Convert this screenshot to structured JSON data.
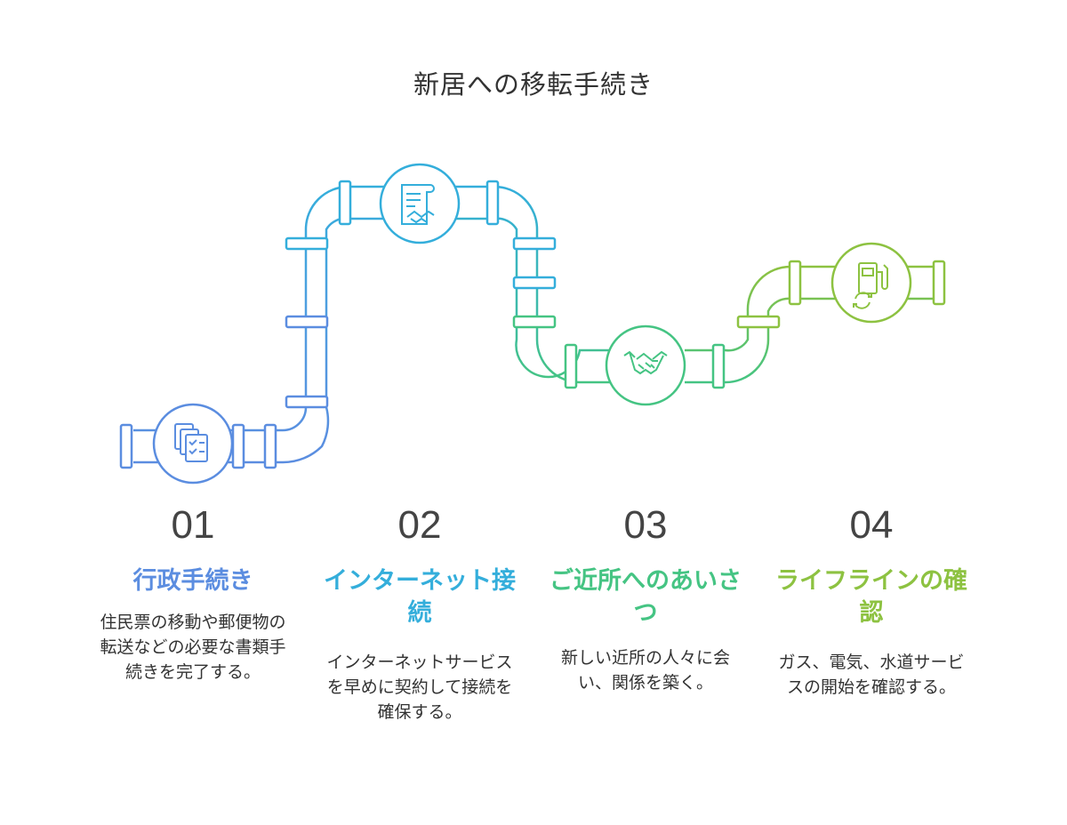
{
  "title": "新居への移転手続き",
  "colors": {
    "step1": "#5b8de0",
    "step2": "#34aedb",
    "step3": "#45c483",
    "step4": "#8dc241"
  },
  "steps": [
    {
      "number": "01",
      "heading": "行政手続き",
      "description": "住民票の移動や郵便物の転送などの必要な書類手続きを完了する。",
      "icon": "documents-checklist-icon"
    },
    {
      "number": "02",
      "heading": "インターネット接続",
      "description": "インターネットサービスを早めに契約して接続を確保する。",
      "icon": "contract-handshake-icon"
    },
    {
      "number": "03",
      "heading": "ご近所へのあいさつ",
      "description": "新しい近所の人々に会い、関係を築く。",
      "icon": "handshake-icon"
    },
    {
      "number": "04",
      "heading": "ライフラインの確認",
      "description": "ガス、電気、水道サービスの開始を確認する。",
      "icon": "utilities-refresh-icon"
    }
  ]
}
